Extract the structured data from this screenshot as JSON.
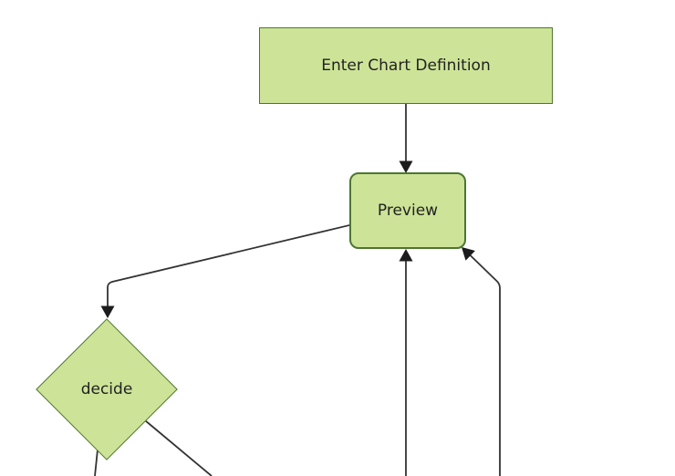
{
  "diagram": {
    "type": "flowchart",
    "orientation": "top-down",
    "background_color": "#ffffff",
    "colors": {
      "node_fill": "#cde498",
      "node_border": "#4d7631",
      "edge_line": "#333333",
      "arrowhead": "#1c1c1c",
      "label_text": "#222222"
    },
    "nodes": [
      {
        "id": "enter-chart-definition",
        "shape": "rectangle",
        "label": "Enter Chart Definition"
      },
      {
        "id": "preview",
        "shape": "rounded-rectangle",
        "label": "Preview"
      },
      {
        "id": "decide",
        "shape": "diamond",
        "label": "decide"
      }
    ],
    "edges": [
      {
        "from": "enter-chart-definition",
        "to": "preview",
        "style": "arrow"
      },
      {
        "from": "preview",
        "to": "decide",
        "style": "arrow"
      },
      {
        "from": "offscreen-bottom-1",
        "to": "preview",
        "style": "arrow"
      },
      {
        "from": "offscreen-bottom-2",
        "to": "preview",
        "style": "arrow"
      },
      {
        "from": "decide",
        "to": "offscreen-bottom-left",
        "style": "line"
      },
      {
        "from": "decide",
        "to": "offscreen-bottom-right",
        "style": "line"
      }
    ]
  }
}
